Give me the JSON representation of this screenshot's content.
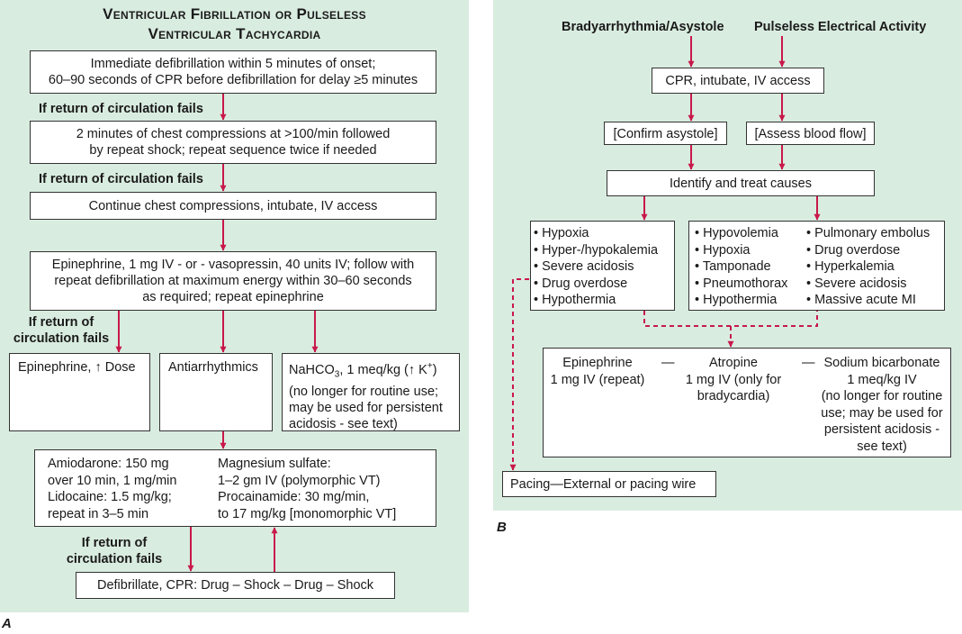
{
  "panel_a": {
    "title_1": "Ventricular Fibrillation or Pulseless",
    "title_2": "Ventricular Tachycardia",
    "label": "A",
    "box_defib": [
      "Immediate defibrillation within 5 minutes of onset;",
      "60–90 seconds of CPR before defibrillation for delay ≥5 minutes"
    ],
    "fail_1": "If return of circulation fails",
    "box_compress": [
      "2 minutes of chest compressions at >100/min followed",
      "by repeat shock; repeat sequence twice if needed"
    ],
    "fail_2": "If return of circulation fails",
    "box_continue": "Continue chest compressions, intubate, IV access",
    "box_epi": [
      "Epinephrine, 1 mg IV - or - vasopressin, 40 units IV; follow with",
      "repeat defibrillation at maximum energy within 30–60 seconds",
      "as required; repeat epinephrine"
    ],
    "fail_3": [
      "If return of",
      "circulation fails"
    ],
    "box_epi_dose": "Epinephrine, ↑ Dose",
    "box_antiarr": "Antiarrhythmics",
    "box_nahco3_head_a": "NaHCO",
    "box_nahco3_sub": "3",
    "box_nahco3_head_b": ", 1 meq/kg (↑ K",
    "box_nahco3_sup": "+",
    "box_nahco3_head_c": ")",
    "box_nahco3_body": [
      "(no longer for routine use;",
      "may be used for persistent",
      "acidosis - see text)"
    ],
    "drugs_left": [
      "Amiodarone: 150 mg",
      "over 10 min, 1 mg/min",
      "Lidocaine: 1.5 mg/kg;",
      "repeat in 3–5 min"
    ],
    "drugs_right": [
      "Magnesium sulfate:",
      "1–2 gm IV (polymorphic VT)",
      "Procainamide: 30 mg/min,",
      "to 17 mg/kg [monomorphic VT]"
    ],
    "fail_4": [
      "If return of",
      "circulation fails"
    ],
    "box_final": "Defibrillate, CPR:  Drug – Shock – Drug – Shock"
  },
  "panel_b": {
    "label": "B",
    "header_brady": "Bradyarrhythmia/Asystole",
    "header_pea": "Pulseless Electrical Activity",
    "box_cpr": "CPR, intubate, IV access",
    "box_confirm": "[Confirm asystole]",
    "box_assess": "[Assess blood flow]",
    "box_identify": "Identify and treat causes",
    "causes_left": [
      "• Hypoxia",
      "• Hyper-/hypokalemia",
      "• Severe acidosis",
      "• Drug overdose",
      "• Hypothermia"
    ],
    "causes_mid": [
      "• Hypovolemia",
      "• Hypoxia",
      "• Tamponade",
      "• Pneumothorax",
      "• Hypothermia"
    ],
    "causes_right": [
      "• Pulmonary embolus",
      "• Drug overdose",
      "• Hyperkalemia",
      "• Severe acidosis",
      "• Massive acute MI"
    ],
    "drug_epi": [
      "Epinephrine",
      "1 mg IV (repeat)"
    ],
    "dash_1": "—",
    "drug_atropine": [
      "Atropine",
      "1 mg IV (only for",
      "bradycardia)"
    ],
    "dash_2": "—",
    "drug_bicarb": [
      "Sodium bicarbonate",
      "1 meq/kg IV",
      "(no longer for routine",
      "use; may be used for",
      "persistent acidosis -",
      "see text)"
    ],
    "box_pacing": "Pacing—External or pacing wire"
  },
  "colors": {
    "panel_bg": "#d9ece0",
    "arrow": "#c8184a",
    "border": "#333333"
  }
}
